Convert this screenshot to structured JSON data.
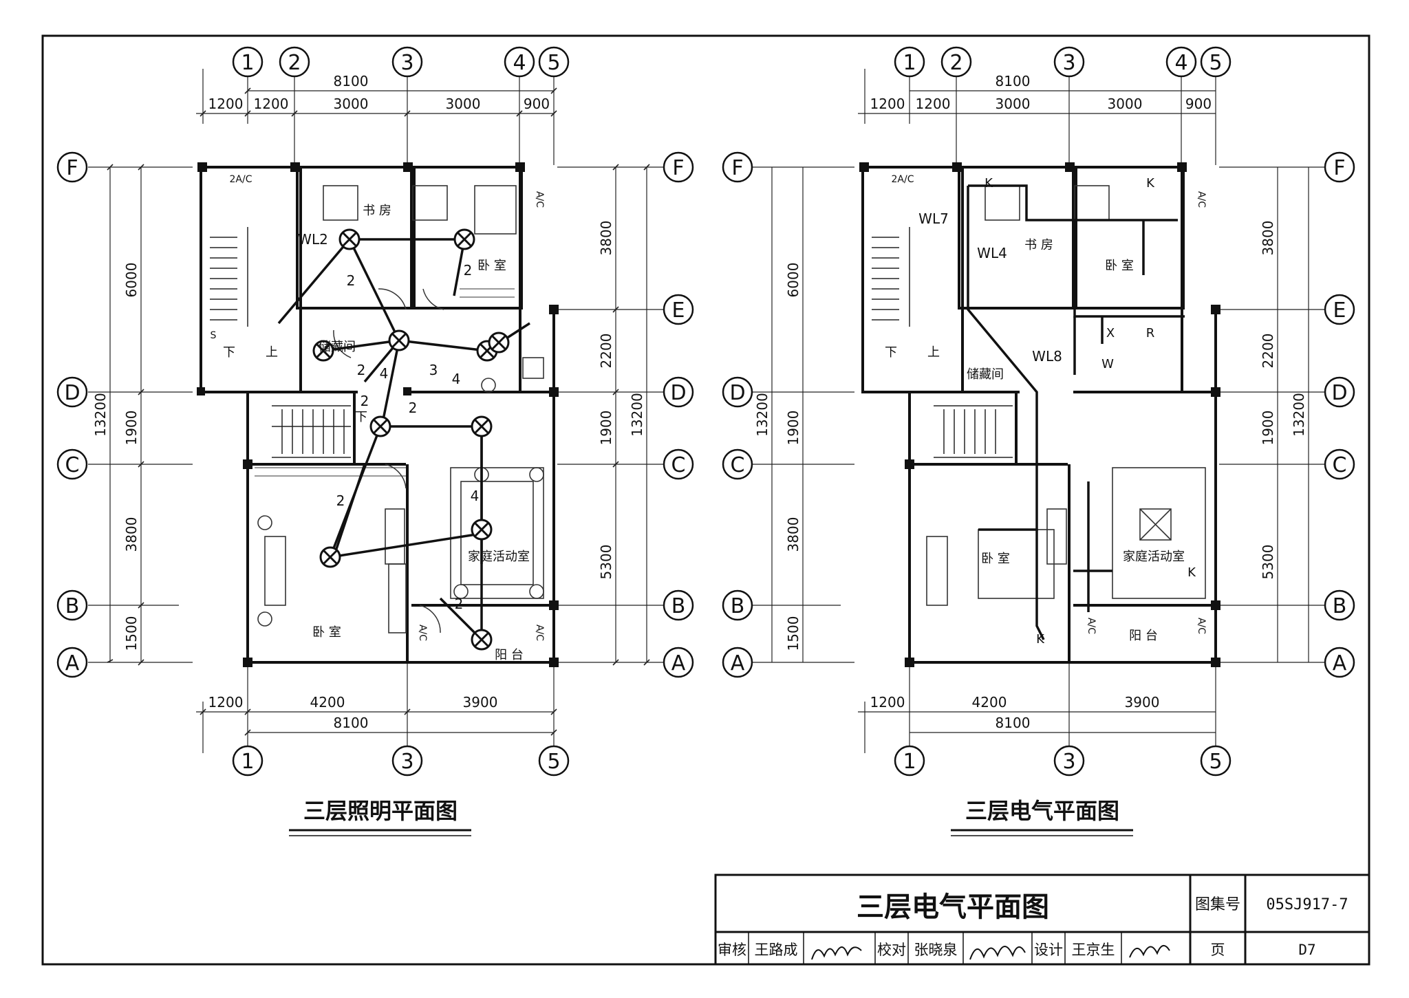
{
  "left_plan": {
    "caption": "三层照明平面图",
    "grid_top": [
      "1",
      "2",
      "3",
      "4",
      "5"
    ],
    "grid_bottom": [
      "1",
      "3",
      "5"
    ],
    "grid_rows": [
      "F",
      "E",
      "D",
      "C",
      "B",
      "A"
    ],
    "dim_top_total": "8100",
    "dim_top": [
      "1200",
      "1200",
      "3000",
      "3000",
      "900"
    ],
    "dim_bottom": [
      "1200",
      "4200",
      "3900"
    ],
    "dim_bottom_total": "8100",
    "dim_left": [
      "6000",
      "1900",
      "3800",
      "1500"
    ],
    "dim_left_total": "13200",
    "dim_right": [
      "3800",
      "2200",
      "1900",
      "5300"
    ],
    "dim_right_total": "13200",
    "rooms": {
      "study": "书 房",
      "bedroom_top": "卧 室",
      "storage": "储藏间",
      "bedroom": "卧 室",
      "family": "家庭活动室",
      "balcony": "阳 台"
    },
    "labels": {
      "ac_top": "2A/C",
      "ac_right": "A/C",
      "ac_b1": "A/C",
      "ac_b2": "A/C",
      "wl": "WL2",
      "down": "下",
      "up": "上",
      "down2": "下",
      "s": "S"
    },
    "wire_counts": [
      "2",
      "2",
      "2",
      "4",
      "2",
      "3",
      "4",
      "2",
      "2",
      "4",
      "2"
    ]
  },
  "right_plan": {
    "caption": "三层电气平面图",
    "grid_top": [
      "1",
      "2",
      "3",
      "4",
      "5"
    ],
    "grid_bottom": [
      "1",
      "3",
      "5"
    ],
    "grid_rows": [
      "F",
      "E",
      "D",
      "C",
      "B",
      "A"
    ],
    "dim_top_total": "8100",
    "dim_top": [
      "1200",
      "1200",
      "3000",
      "3000",
      "900"
    ],
    "dim_bottom": [
      "1200",
      "4200",
      "3900"
    ],
    "dim_bottom_total": "8100",
    "dim_left": [
      "6000",
      "1900",
      "3800",
      "1500"
    ],
    "dim_left_total": "13200",
    "dim_right": [
      "3800",
      "2200",
      "1900",
      "5300"
    ],
    "dim_right_total": "13200",
    "rooms": {
      "study": "书 房",
      "bedroom_top": "卧 室",
      "storage": "储藏间",
      "bedroom": "卧 室",
      "family": "家庭活动室",
      "balcony": "阳 台"
    },
    "labels": {
      "ac_top": "2A/C",
      "ac_right": "A/C",
      "ac_b1": "A/C",
      "ac_b2": "A/C",
      "wl7": "WL7",
      "wl4": "WL4",
      "wl8": "WL8",
      "down": "下",
      "up": "上",
      "k1": "K",
      "k2": "K",
      "k3": "K",
      "k4": "K",
      "x": "X",
      "r": "R",
      "w": "W"
    }
  },
  "title_block": {
    "title": "三层电气平面图",
    "atlas_label": "图集号",
    "atlas_no": "05SJ917-7",
    "review_label": "审核",
    "review_name": "王路成",
    "check_label": "校对",
    "check_name": "张晓泉",
    "design_label": "设计",
    "design_name": "王京生",
    "page_label": "页",
    "page_no": "D7"
  }
}
